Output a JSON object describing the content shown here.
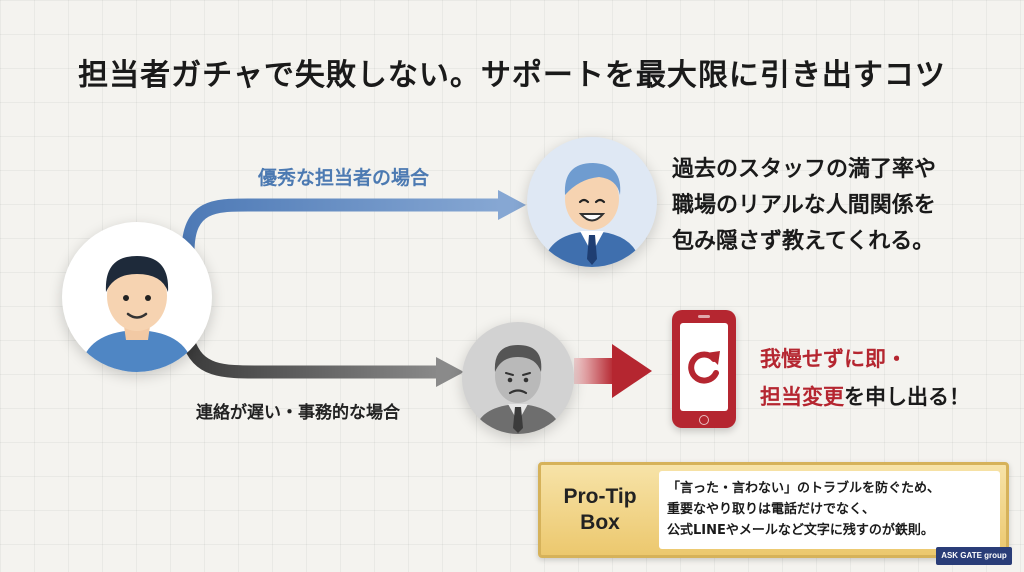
{
  "title": "担当者ガチャで失敗しない。サポートを最大限に引き出すコツ",
  "good_case": {
    "label": "優秀な担当者の場合",
    "description": [
      "過去のスタッフの満了率や",
      "職場のリアルな人間関係を",
      "包み隠さず教えてくれる。"
    ]
  },
  "bad_case": {
    "label": "連絡が遅い・事務的な場合"
  },
  "action": {
    "line1": "我慢せずに即・",
    "line2_highlight": "担当変更",
    "line2_rest": "を申し出る！"
  },
  "tip_box": {
    "label_line1": "Pro-Tip",
    "label_line2": "Box",
    "lines": [
      "「言った・言わない」のトラブルを防ぐため、",
      "重要なやり取りは電話だけでなく、",
      "公式LINEやメールなど文字に残すのが鉄則。"
    ]
  },
  "brand": "ASK GATE group",
  "colors": {
    "blue_arrow": "#5b86c0",
    "dark_arrow": "#4f4f4f",
    "red_accent": "#b52630",
    "gold_box": "#ecc86e"
  },
  "icons": {
    "user": "user-avatar-icon",
    "good_agent": "smiling-agent-icon",
    "bad_agent": "frowning-agent-icon",
    "phone": "phone-refresh-icon"
  }
}
